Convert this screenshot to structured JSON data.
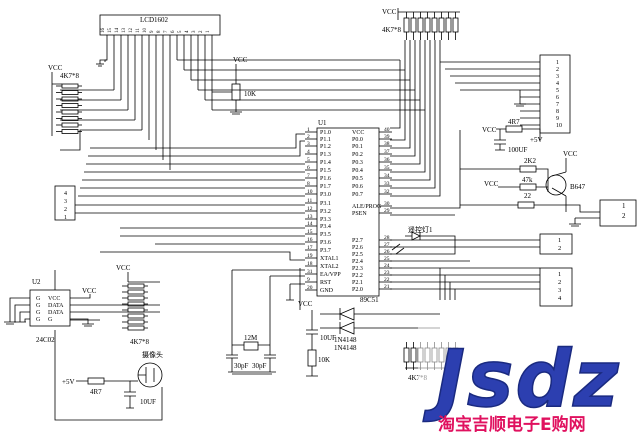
{
  "lcd": {
    "title": "LCD1602",
    "pins": [
      "16",
      "15",
      "14",
      "13",
      "12",
      "11",
      "10",
      "9",
      "8",
      "7",
      "6",
      "5",
      "4",
      "3",
      "2",
      "1"
    ]
  },
  "pullups": {
    "top_vcc": "VCC",
    "top_label": "4K7*8",
    "left_vcc": "VCC",
    "left_label": "4K7*8",
    "mid_vcc": "VCC",
    "mid_label": "4K7*8",
    "right_label": "4K7*8"
  },
  "pot": {
    "vcc": "VCC",
    "value": "10K"
  },
  "mcu": {
    "ref": "U1",
    "name": "89C51",
    "left_pins": [
      {
        "num": "1",
        "name": "P1.0"
      },
      {
        "num": "2",
        "name": "P1.1"
      },
      {
        "num": "3",
        "name": "P1.2"
      },
      {
        "num": "4",
        "name": "P1.3"
      },
      {
        "num": "5",
        "name": "P1.4"
      },
      {
        "num": "6",
        "name": "P1.5"
      },
      {
        "num": "7",
        "name": "P1.6"
      },
      {
        "num": "8",
        "name": "P1.7"
      },
      {
        "num": "10",
        "name": "P3.0"
      },
      {
        "num": "11",
        "name": "P3.1"
      },
      {
        "num": "12",
        "name": "P3.2"
      },
      {
        "num": "13",
        "name": "P3.3"
      },
      {
        "num": "14",
        "name": "P3.4"
      },
      {
        "num": "15",
        "name": "P3.5"
      },
      {
        "num": "16",
        "name": "P3.6"
      },
      {
        "num": "17",
        "name": "P3.7"
      },
      {
        "num": "19",
        "name": "XTAL1"
      },
      {
        "num": "18",
        "name": "XTAL2"
      },
      {
        "num": "31",
        "name": "EA/VPP"
      },
      {
        "num": "9",
        "name": "RST"
      },
      {
        "num": "20",
        "name": "GND"
      }
    ],
    "right_pins": [
      {
        "num": "40",
        "name": "VCC"
      },
      {
        "num": "39",
        "name": "P0.0"
      },
      {
        "num": "38",
        "name": "P0.1"
      },
      {
        "num": "37",
        "name": "P0.2"
      },
      {
        "num": "36",
        "name": "P0.3"
      },
      {
        "num": "35",
        "name": "P0.4"
      },
      {
        "num": "34",
        "name": "P0.5"
      },
      {
        "num": "33",
        "name": "P0.6"
      },
      {
        "num": "32",
        "name": "P0.7"
      },
      {
        "num": "30",
        "name": "ALE/PROG"
      },
      {
        "num": "29",
        "name": "PSEN"
      },
      {
        "num": "28",
        "name": "P2.7"
      },
      {
        "num": "27",
        "name": "P2.6"
      },
      {
        "num": "26",
        "name": "P2.5"
      },
      {
        "num": "25",
        "name": "P2.4"
      },
      {
        "num": "24",
        "name": "P2.3"
      },
      {
        "num": "23",
        "name": "P2.2"
      },
      {
        "num": "22",
        "name": "P2.1"
      },
      {
        "num": "21",
        "name": "P2.0"
      }
    ]
  },
  "eeprom": {
    "ref": "U2",
    "name": "24C02",
    "left_pins": [
      "G",
      "G",
      "G",
      "G"
    ],
    "right_pins": [
      "VCC",
      "DATA",
      "DATA",
      "G"
    ],
    "vcc": "VCC"
  },
  "header10": {
    "pins": [
      "1",
      "2",
      "3",
      "4",
      "5",
      "6",
      "7",
      "8",
      "9",
      "10"
    ]
  },
  "header4_left": {
    "pins": [
      "4",
      "3",
      "2",
      "1"
    ]
  },
  "power_block": {
    "vcc1": "VCC",
    "r4r7": "4R7",
    "plus5v": "+5V",
    "cap": "100UF",
    "r2k2": "2K2",
    "r47k": "47k",
    "vcc2": "VCC",
    "r22": "22",
    "transistor": "B647",
    "vcc3": "VCC"
  },
  "conn2_right": {
    "pins": [
      "1",
      "2"
    ]
  },
  "indicator": {
    "label": "遥控灯1"
  },
  "conn2_mid": {
    "pins": [
      "1",
      "2"
    ]
  },
  "conn4_mid": {
    "pins": [
      "1",
      "2",
      "3",
      "4"
    ]
  },
  "crystal": {
    "freq": "12M",
    "c1": "30pF",
    "c2": "30pF"
  },
  "reset": {
    "cap": "10UF",
    "res": "10K",
    "vcc": "VCC"
  },
  "diodes": {
    "d1": "1N4148",
    "d2": "1N4148"
  },
  "camera": {
    "label": "摄像头",
    "plus5v": "+5V",
    "r": "4R7",
    "cap": "10UF"
  },
  "watermark": {
    "logo": "Jsdz",
    "tagline": "淘宝吉顺电子E购网"
  }
}
